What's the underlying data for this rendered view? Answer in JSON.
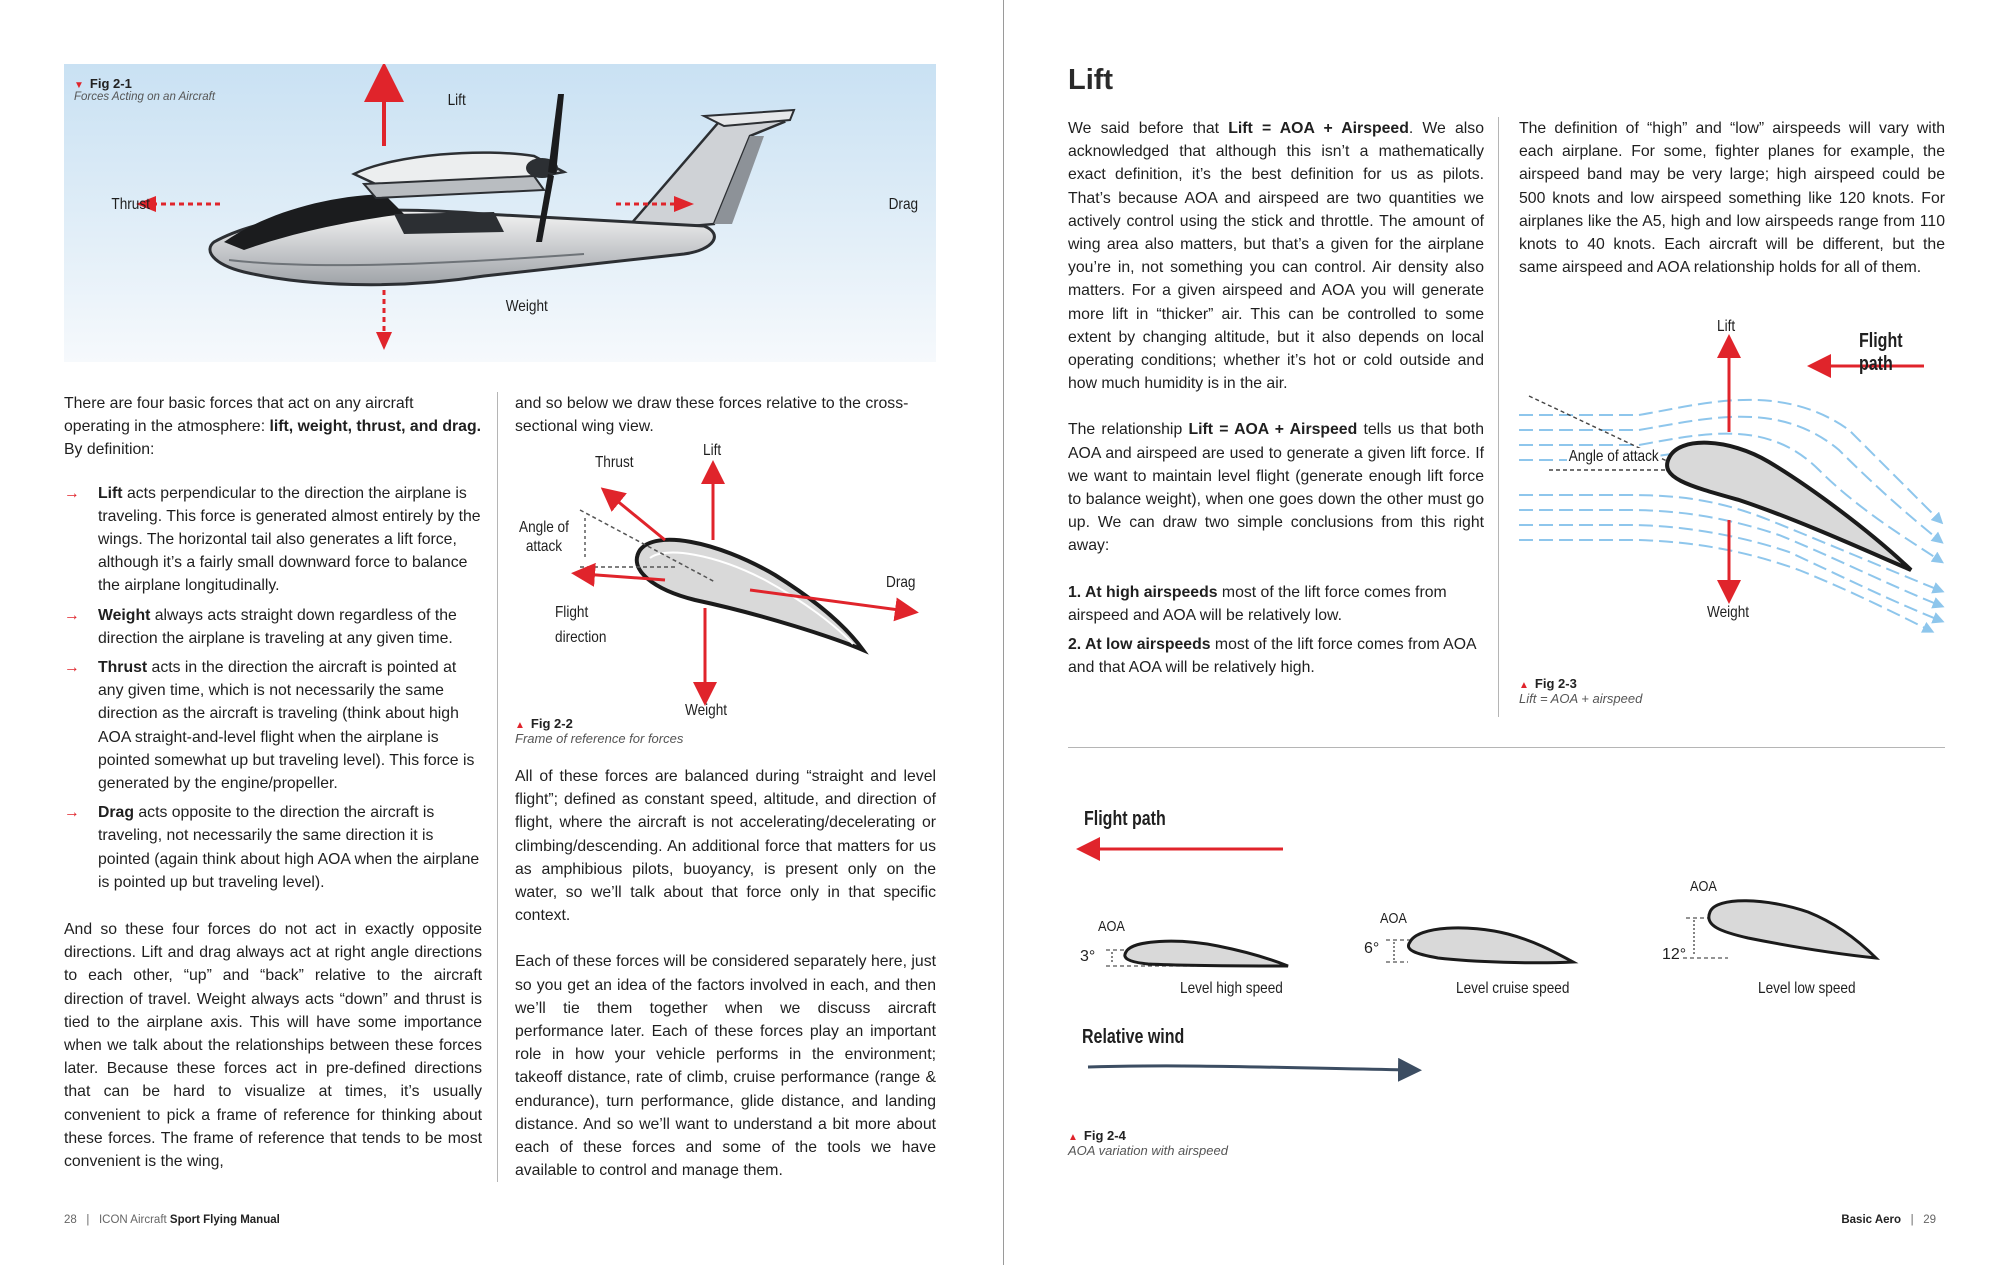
{
  "left_page": {
    "fig1": {
      "label": "Fig 2-1",
      "caption": "Forces Acting on an Aircraft",
      "lift": "Lift",
      "thrust": "Thrust",
      "drag": "Drag",
      "weight": "Weight"
    },
    "col1": {
      "intro_a": "There are four basic forces that act on any aircraft operating in the atmosphere: ",
      "intro_b": "lift, weight, thrust, and drag.",
      "intro_c": " By definition:",
      "bullets": [
        {
          "term": "Lift",
          "text": " acts perpendicular to the direction the airplane is traveling. This force is generated almost entirely by the wings. The horizontal tail also generates a lift force, although it’s a fairly small downward force to balance the airplane longitudinally."
        },
        {
          "term": "Weight",
          "text": " always acts straight down regardless of the direction the airplane is traveling at any given time."
        },
        {
          "term": "Thrust",
          "text": " acts in the direction the aircraft is pointed at any given time, which is not necessarily the same direction as the aircraft is traveling (think about high AOA straight-and-level flight when the airplane is pointed somewhat up but traveling level). This force is generated by the engine/propeller."
        },
        {
          "term": "Drag",
          "text": " acts opposite to the direction the aircraft is traveling, not necessarily the same direction it is pointed (again think about high AOA when the airplane is pointed up but traveling level)."
        }
      ],
      "para2": "And so these four forces do not act in exactly opposite directions. Lift and drag always act at right angle directions to each other, “up” and “back” relative to the aircraft direction of travel. Weight always acts “down” and thrust is tied to the airplane axis. This will have some importance when we talk about the relationships between these forces later. Because these forces act in pre-defined directions that can be hard to visualize at times, it’s usually convenient to pick a frame of reference for thinking about these forces. The frame of reference that tends to be most convenient is the wing,"
    },
    "col2": {
      "para1": "and so below we draw these forces relative to the cross-sectional wing view.",
      "fig2": {
        "label": "Fig 2-2",
        "caption": "Frame of reference for forces",
        "thrust": "Thrust",
        "lift": "Lift",
        "angle_line1": "Angle of",
        "angle_line2": "attack",
        "drag": "Drag",
        "flight_line1": "Flight",
        "flight_line2": "direction",
        "weight": "Weight"
      },
      "para2": "All of these forces are balanced during “straight and level flight”; defined as constant speed, altitude, and direction of flight, where the aircraft is not accelerating/decelerating or climbing/descending. An additional force that matters for us as amphibious pilots, buoyancy, is present only on the water, so we’ll talk about that force only in that specific context.",
      "para3": "Each of these forces will be considered separately here, just so you get an idea of the factors involved in each, and then we’ll tie them together when we discuss aircraft performance later. Each of these forces play an important role in how your vehicle performs in the environment; takeoff distance, rate of climb, cruise performance (range & endurance), turn performance, glide distance, and landing distance. And so we’ll want to understand a bit more about each of these forces and some of the tools we have available to control and manage them."
    },
    "footer": {
      "page": "28",
      "sep": "|",
      "brand": "ICON Aircraft",
      "title": "Sport Flying Manual"
    }
  },
  "right_page": {
    "title": "Lift",
    "col1": {
      "p1_a": "We said before that ",
      "p1_b": "Lift = AOA + Airspeed",
      "p1_c": ". We also acknowledged that although this isn’t a mathematically exact definition, it’s the best definition for us as pilots. That’s because AOA and airspeed are two quantities we actively control using the stick and throttle. The amount of wing area also matters, but that’s a given for the airplane you’re in, not something you can control. Air density also matters. For a given airspeed and AOA you will generate more lift in “thicker” air. This can be controlled to some extent by changing altitude, but it also depends on local operating conditions; whether it’s hot or cold outside and how much humidity is in the air.",
      "p2_a": "The relationship ",
      "p2_b": "Lift = AOA + Airspeed",
      "p2_c": " tells us that both AOA and airspeed are used to generate a given lift force. If we want to maintain level flight (generate enough lift force to balance weight), when one goes down the other must go up. We can draw two simple conclusions from this right away:",
      "c1_b": "1. At high airspeeds",
      "c1_t": " most of the lift force comes from airspeed and AOA will be relatively low.",
      "c2_b": "2. At low airspeeds",
      "c2_t": " most of the lift force comes from AOA and that AOA will be relatively high."
    },
    "col2": {
      "p1": "The definition of “high” and “low” airspeeds will vary with each airplane. For some, fighter planes for example, the airspeed band may be very large; high airspeed could be 500 knots and low airspeed something like 120 knots. For airplanes like the A5, high and low airspeeds range from 110 knots to 40 knots. Each aircraft will be different, but the same airspeed and AOA relationship holds for all of them.",
      "fig3": {
        "lift": "Lift",
        "flight_path": "Flight path",
        "angle": "Angle of attack",
        "weight": "Weight",
        "label": "Fig 2-3",
        "caption": "Lift = AOA + airspeed"
      }
    },
    "fig4": {
      "flight_path": "Flight path",
      "aoa": "AOA",
      "airfoils": [
        {
          "angle": "3°",
          "label": "Level high speed"
        },
        {
          "angle": "6°",
          "label": "Level cruise speed"
        },
        {
          "angle": "12°",
          "label": "Level low speed"
        }
      ],
      "relative_wind": "Relative wind",
      "label": "Fig 2-4",
      "caption": "AOA variation with airspeed"
    },
    "footer": {
      "section": "Basic Aero",
      "sep": "|",
      "page": "29"
    }
  },
  "colors": {
    "accent_red": "#e0242b",
    "airflow_blue": "#8ec6ec",
    "sky_blue": "#d4e8f5",
    "wind_navy": "#3c4d62"
  }
}
